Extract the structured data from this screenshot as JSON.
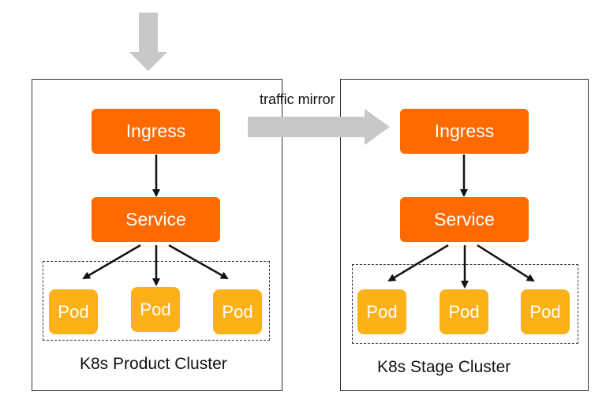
{
  "colors": {
    "primary_box": "#ff6a00",
    "pod_box": "#fbb117",
    "arrow_gray": "#c8c8c8",
    "line": "#111111"
  },
  "mirror": {
    "label": "traffic mirror"
  },
  "product": {
    "ingress": "Ingress",
    "service": "Service",
    "pods": [
      "Pod",
      "Pod",
      "Pod"
    ],
    "caption": "K8s Product Cluster"
  },
  "stage": {
    "ingress": "Ingress",
    "service": "Service",
    "pods": [
      "Pod",
      "Pod",
      "Pod"
    ],
    "caption": "K8s Stage Cluster"
  }
}
